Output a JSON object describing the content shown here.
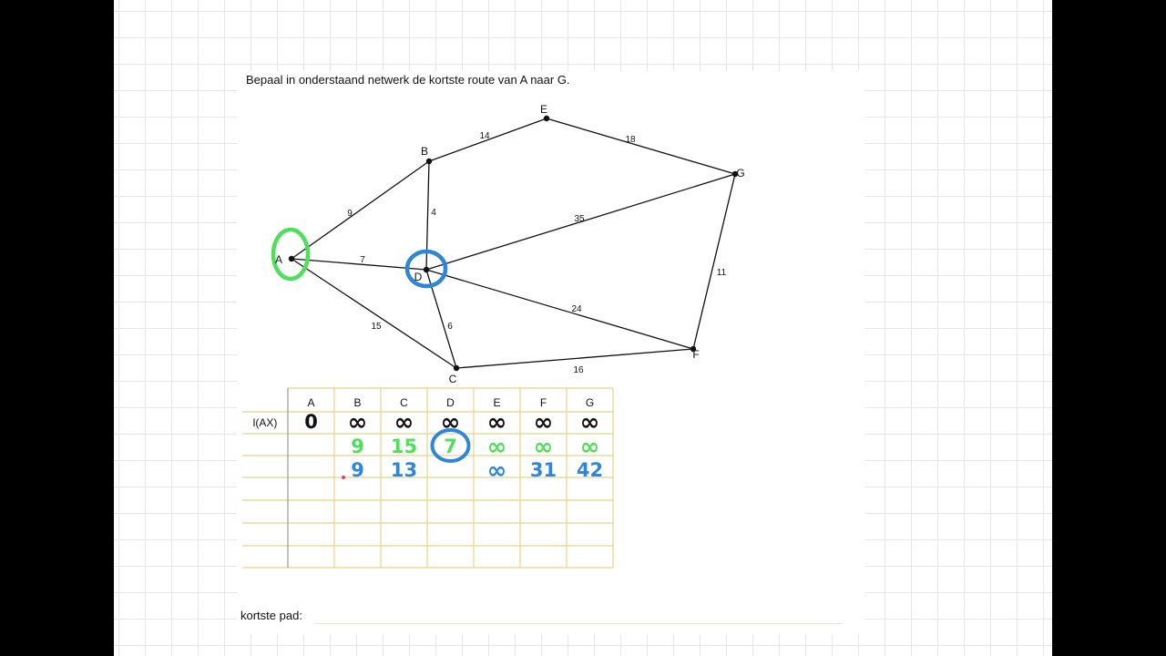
{
  "task": {
    "text": "Bepaal in onderstaand netwerk de kortste route van A naar G."
  },
  "network": {
    "nodes": [
      {
        "id": "A",
        "label": "A"
      },
      {
        "id": "B",
        "label": "B"
      },
      {
        "id": "C",
        "label": "C"
      },
      {
        "id": "D",
        "label": "D"
      },
      {
        "id": "E",
        "label": "E"
      },
      {
        "id": "F",
        "label": "F"
      },
      {
        "id": "G",
        "label": "G"
      }
    ],
    "edges": [
      {
        "from": "A",
        "to": "B",
        "weight": "9"
      },
      {
        "from": "A",
        "to": "D",
        "weight": "7"
      },
      {
        "from": "A",
        "to": "C",
        "weight": "15"
      },
      {
        "from": "B",
        "to": "E",
        "weight": "14"
      },
      {
        "from": "B",
        "to": "D",
        "weight": "4"
      },
      {
        "from": "E",
        "to": "G",
        "weight": "18"
      },
      {
        "from": "D",
        "to": "G",
        "weight": "35"
      },
      {
        "from": "D",
        "to": "C",
        "weight": "6"
      },
      {
        "from": "D",
        "to": "F",
        "weight": "24"
      },
      {
        "from": "G",
        "to": "F",
        "weight": "11"
      },
      {
        "from": "C",
        "to": "F",
        "weight": "16"
      }
    ],
    "circled": [
      {
        "node": "A",
        "color": "#4ee05a"
      },
      {
        "node": "D",
        "color": "#2f86d8"
      }
    ]
  },
  "table": {
    "headers": [
      "A",
      "B",
      "C",
      "D",
      "E",
      "F",
      "G"
    ],
    "row_label": "l(AX)",
    "rows": [
      {
        "color": "#111111",
        "values": [
          "0",
          "∞",
          "∞",
          "∞",
          "∞",
          "∞",
          "∞"
        ]
      },
      {
        "color": "#4ee05a",
        "values": [
          "",
          "9",
          "15",
          "7",
          "∞",
          "∞",
          "∞"
        ],
        "circled": "7",
        "circle_color": "#2f86d8"
      },
      {
        "color": "#2f86d8",
        "values": [
          "",
          "9",
          "13",
          "",
          "∞",
          "31",
          "42"
        ]
      }
    ],
    "empty_rows": 4,
    "grid_color": "#e8d48a"
  },
  "answer": {
    "label": "kortste pad:"
  },
  "colors": {
    "ink": "#111111",
    "green": "#4ee05a",
    "blue": "#2f86d8",
    "table_line": "#e8d48a"
  }
}
